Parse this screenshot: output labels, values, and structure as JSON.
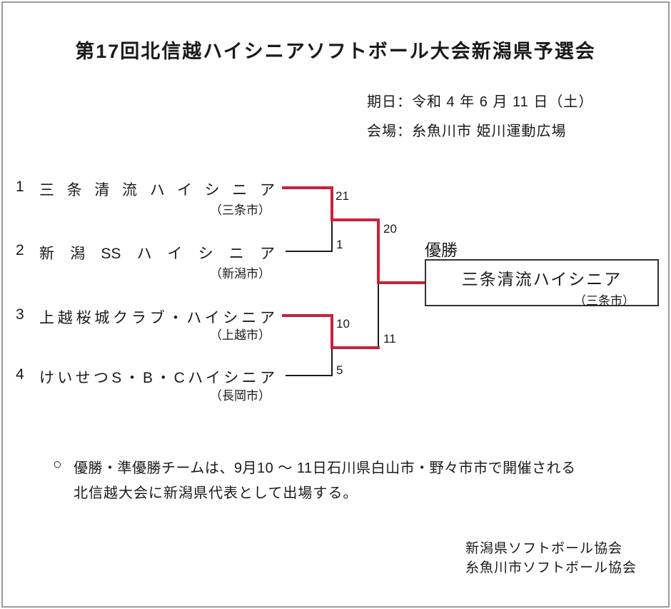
{
  "header": {
    "title": "第17回北信越ハイシニアソフトボール大会新潟県予選会",
    "date_line": "期日：令和 4 年 6 月 11 日（土）",
    "venue_line": "会場：糸魚川市 姫川運動広場"
  },
  "bracket": {
    "winner_color": "#cb2139",
    "line_color": "#1a1a1a",
    "teams": [
      {
        "seed": "1",
        "name": "三条清流ハイシニア",
        "city": "（三条市）",
        "score": "21"
      },
      {
        "seed": "2",
        "name": "新潟SSハイシニア",
        "city": "（新潟市）",
        "score": "1"
      },
      {
        "seed": "3",
        "name": "上越桜城クラブ・ハイシニア",
        "city": "（上越市）",
        "score": "10"
      },
      {
        "seed": "4",
        "name": "けいせつS・B・Cハイシニア",
        "city": "（長岡市）",
        "score": "5"
      }
    ],
    "final": {
      "top_score": "20",
      "bottom_score": "11"
    },
    "champion": {
      "label": "優勝",
      "name": "三条清流ハイシニア",
      "city": "（三条市）"
    }
  },
  "note": {
    "marker": "○",
    "line1": "優勝・準優勝チームは、9月10 ～ 11日石川県白山市・野々市市で開催される",
    "line2": "北信越大会に新潟県代表として出場する。"
  },
  "footer": {
    "line1": "新潟県ソフトボール協会",
    "line2": "糸魚川市ソフトボール協会"
  }
}
